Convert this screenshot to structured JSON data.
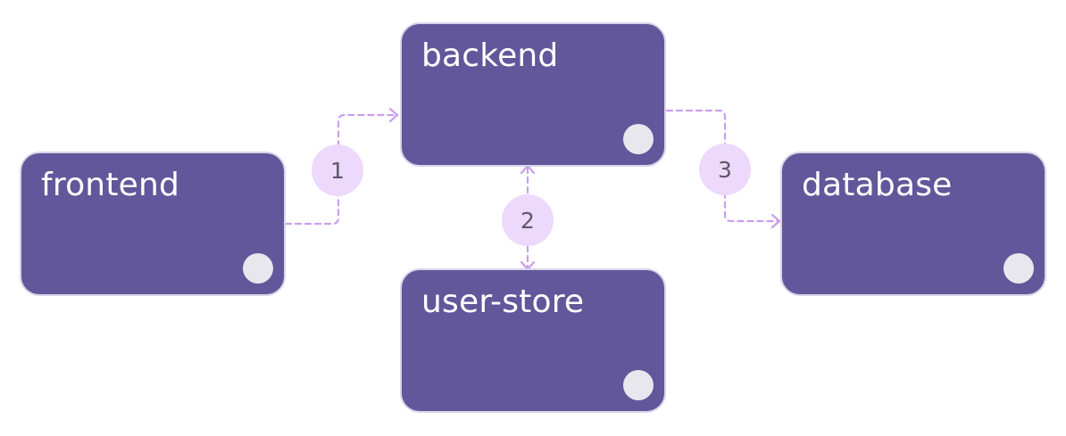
{
  "nodes": {
    "frontend": {
      "label": "frontend"
    },
    "backend": {
      "label": "backend"
    },
    "user_store": {
      "label": "user-store"
    },
    "database": {
      "label": "database"
    }
  },
  "edges": [
    {
      "from": "frontend",
      "to": "backend",
      "badge": "1"
    },
    {
      "from": "backend",
      "to": "user-store",
      "badge": "2"
    },
    {
      "from": "backend",
      "to": "database",
      "badge": "3"
    }
  ],
  "colors": {
    "node_fill": "#62579a",
    "node_border": "#d9d4ea",
    "badge_fill": "#ecd9fb",
    "connector": "#c99ef0",
    "dot": "#e8e7ee"
  }
}
